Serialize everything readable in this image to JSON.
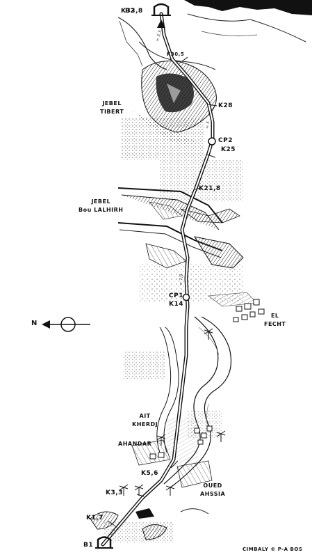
{
  "route": {
    "start": "B1",
    "end": "B2"
  },
  "km_markers": [
    {
      "id": "k33-8",
      "label": "K33,8"
    },
    {
      "id": "k30-5",
      "label": "K30,5"
    },
    {
      "id": "k28",
      "label": "K28"
    },
    {
      "id": "k25",
      "label": "K25"
    },
    {
      "id": "k21-8",
      "label": "K21,8"
    },
    {
      "id": "k14",
      "label": "K14"
    },
    {
      "id": "k5-6",
      "label": "K5,6"
    },
    {
      "id": "k3-3",
      "label": "K3,3"
    },
    {
      "id": "k1-7",
      "label": "K1,7"
    }
  ],
  "checkpoints": [
    {
      "id": "cp2",
      "label": "CP2"
    },
    {
      "id": "cp1",
      "label": "CP1"
    }
  ],
  "places": {
    "jebel_tibert": [
      "JEBEL",
      "TIBERT"
    ],
    "jebel_bou_lalhirh": [
      "JEBEL",
      "Bou LALHIRH"
    ],
    "el_fecht": [
      "EL",
      "FECHT"
    ],
    "ait_kherdj": [
      "AIT",
      "KHERDJ"
    ],
    "ahandar": "AHANDAR",
    "oued_ahssia": [
      "OUED",
      "AHSSIA"
    ]
  },
  "compass": {
    "label": "N"
  },
  "credit": "CIMBALY © P-A BOS"
}
